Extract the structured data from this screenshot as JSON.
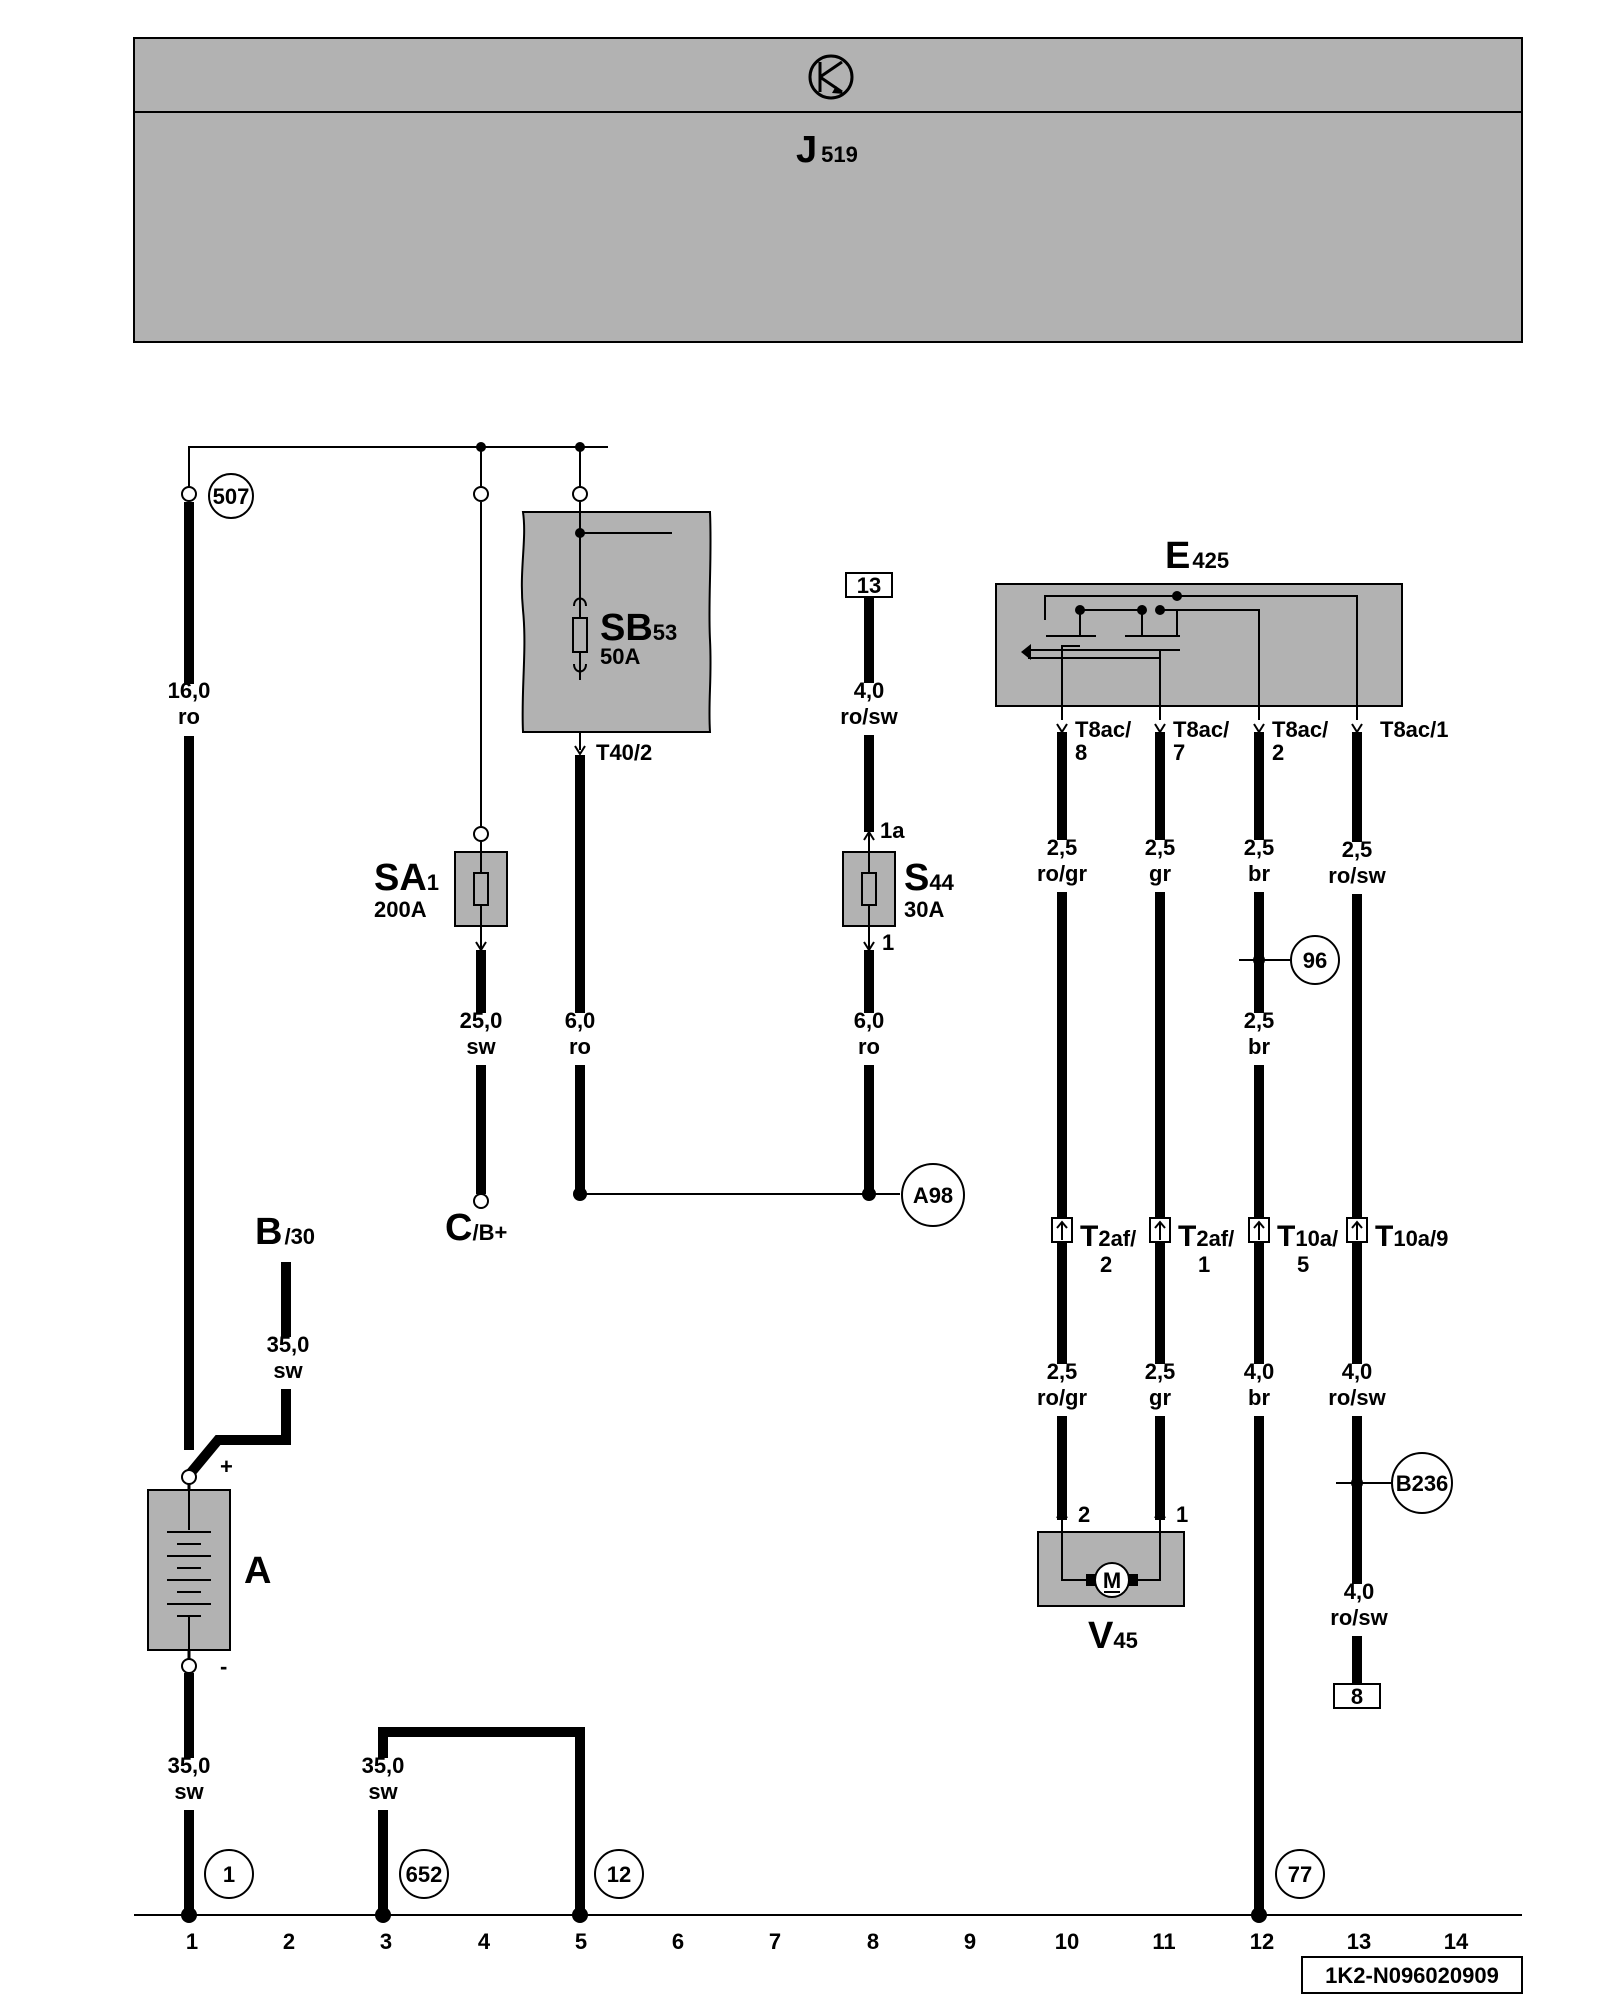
{
  "control_unit": {
    "label": "J",
    "index": "519"
  },
  "battery": {
    "label": "A",
    "plus": "+",
    "minus": "-"
  },
  "terminal_b": {
    "label": "B",
    "suffix": "/30"
  },
  "terminal_c": {
    "label": "C",
    "suffix": "/B+"
  },
  "fuse_sa1": {
    "label": "SA",
    "index": "1",
    "rating": "200A"
  },
  "fuse_sb53": {
    "label": "SB",
    "index": "53",
    "rating": "50A",
    "connector": "T40/2"
  },
  "fuse_s44": {
    "label": "S",
    "index": "44",
    "rating": "30A",
    "pin_in": "1a",
    "pin_out": "1"
  },
  "switch_e425": {
    "label": "E",
    "index": "425"
  },
  "motor_v45": {
    "label": "V",
    "index": "45",
    "symbol": "M",
    "pin_left": "2",
    "pin_right": "1"
  },
  "e425_pins": [
    {
      "line1": "T8ac/",
      "line2": "8"
    },
    {
      "line1": "T8ac/",
      "line2": "7"
    },
    {
      "line1": "T8ac/",
      "line2": "2"
    },
    {
      "line1": "T8ac/1",
      "line2": ""
    }
  ],
  "connectors_mid": [
    {
      "main": "T",
      "sub": "2af/",
      "pin": "2"
    },
    {
      "main": "T",
      "sub": "2af/",
      "pin": "1"
    },
    {
      "main": "T",
      "sub": "10a/",
      "pin": "5"
    },
    {
      "main": "T",
      "sub": "10a/9",
      "pin": ""
    }
  ],
  "wires": {
    "w507": {
      "size": "16,0",
      "color": "ro"
    },
    "wB": {
      "size": "35,0",
      "color": "sw"
    },
    "wBat": {
      "size": "35,0",
      "color": "sw"
    },
    "w3": {
      "size": "35,0",
      "color": "sw"
    },
    "wSA": {
      "size": "25,0",
      "color": "sw"
    },
    "wSB": {
      "size": "6,0",
      "color": "ro"
    },
    "wS44top": {
      "size": "4,0",
      "color": "ro/sw"
    },
    "wS44bot": {
      "size": "6,0",
      "color": "ro"
    },
    "w10a": {
      "size": "2,5",
      "color": "ro/gr"
    },
    "w11a": {
      "size": "2,5",
      "color": "gr"
    },
    "w12a": {
      "size": "2,5",
      "color": "br"
    },
    "w13a": {
      "size": "2,5",
      "color": "ro/sw"
    },
    "w12b": {
      "size": "2,5",
      "color": "br"
    },
    "w10b": {
      "size": "2,5",
      "color": "ro/gr"
    },
    "w11b": {
      "size": "2,5",
      "color": "gr"
    },
    "w12c": {
      "size": "4,0",
      "color": "br"
    },
    "w13b": {
      "size": "4,0",
      "color": "ro/sw"
    },
    "w13c": {
      "size": "4,0",
      "color": "ro/sw"
    }
  },
  "circle_refs": {
    "r507": "507",
    "rA98": "A98",
    "r96": "96",
    "rB236": "B236",
    "r1": "1",
    "r652": "652",
    "r12": "12",
    "r77": "77"
  },
  "box_refs": {
    "top13": "13",
    "bottom8": "8"
  },
  "tracks": [
    "1",
    "2",
    "3",
    "4",
    "5",
    "6",
    "7",
    "8",
    "9",
    "10",
    "11",
    "12",
    "13",
    "14"
  ],
  "doc_id": "1K2-N096020909"
}
